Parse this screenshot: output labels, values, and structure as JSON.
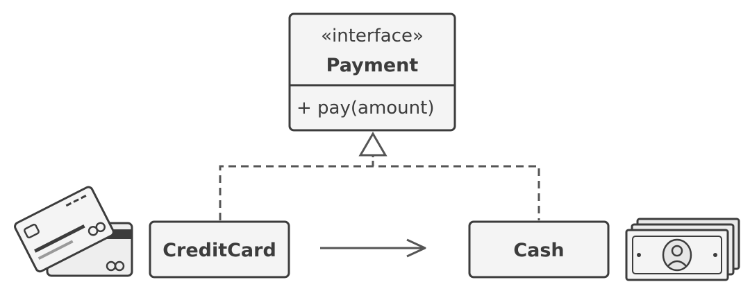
{
  "interface_box": {
    "stereotype": "«interface»",
    "name": "Payment",
    "method": "+ pay(amount)"
  },
  "classes": {
    "credit_card": "CreditCard",
    "cash": "Cash"
  },
  "icons": [
    "credit-cards-icon",
    "cash-bills-icon"
  ],
  "colors": {
    "stroke": "#3c3c3c",
    "box_fill": "#f4f4f4",
    "dashed_line": "#555555",
    "arrow": "#555555"
  }
}
